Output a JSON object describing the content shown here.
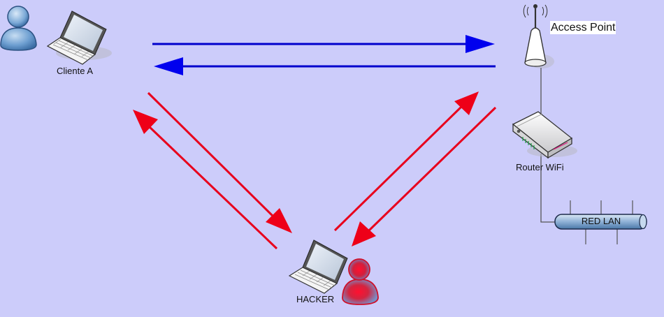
{
  "labels": {
    "client": "Cliente A",
    "access_point": "Access Point",
    "router": "Router WiFi",
    "lan": "RED LAN",
    "hacker": "HACKER"
  },
  "colors": {
    "background": "#ccccfa",
    "legit_link": "#0000cc",
    "attack_link": "#e00018",
    "user_body": "#5f93c9",
    "hacker_glow": "#e8001c"
  },
  "icons": [
    "user-icon",
    "laptop-icon",
    "access-point-icon",
    "router-icon",
    "lan-bus-icon",
    "hacker-user-icon"
  ]
}
